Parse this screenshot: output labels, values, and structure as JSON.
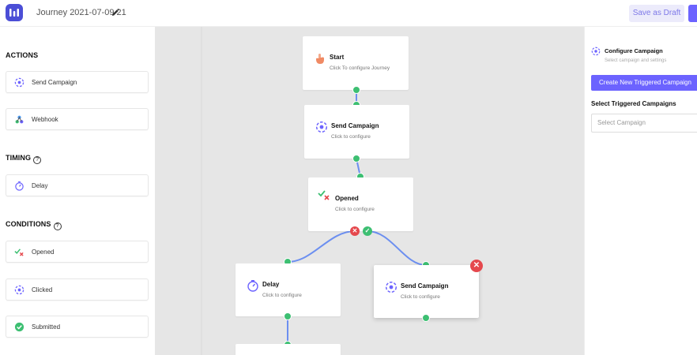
{
  "header": {
    "journey_title": "Journey 2021-07-09 21",
    "save_draft_label": "Save as Draft"
  },
  "sidebar": {
    "actions_title": "ACTIONS",
    "timing_title": "TIMING",
    "conditions_title": "CONDITIONS",
    "help_glyph": "?",
    "actions": [
      {
        "label": "Send Campaign",
        "icon": "send-campaign-icon"
      },
      {
        "label": "Webhook",
        "icon": "webhook-icon"
      }
    ],
    "timing": [
      {
        "label": "Delay",
        "icon": "timer-icon"
      }
    ],
    "conditions": [
      {
        "label": "Opened",
        "icon": "opened-icon"
      },
      {
        "label": "Clicked",
        "icon": "clicked-icon"
      },
      {
        "label": "Submitted",
        "icon": "submitted-icon"
      }
    ]
  },
  "canvas": {
    "nodes": [
      {
        "id": "start",
        "title": "Start",
        "subtitle": "Click To configure Journey",
        "icon": "hand-pointer-icon"
      },
      {
        "id": "send1",
        "title": "Send Campaign",
        "subtitle": "Click to configure",
        "icon": "send-campaign-icon"
      },
      {
        "id": "opened",
        "title": "Opened",
        "subtitle": "Click to configure",
        "icon": "opened-icon"
      },
      {
        "id": "delay",
        "title": "Delay",
        "subtitle": "Click to configure",
        "icon": "timer-icon"
      },
      {
        "id": "send2",
        "title": "Send Campaign",
        "subtitle": "Click to configure",
        "icon": "send-campaign-icon"
      }
    ],
    "no_branch_glyph": "✕",
    "yes_branch_glyph": "✓",
    "remove_glyph": "✕"
  },
  "config_panel": {
    "title": "Configure Campaign",
    "subtitle": "Select campaign and settings",
    "create_button_label": "Create New Triggered Campaign",
    "select_label": "Select Triggered Campaigns",
    "select_placeholder": "Select Campaign"
  },
  "colors": {
    "accent": "#6c63ff",
    "logo": "#4b4ed6",
    "connector_dot": "#3dbf72",
    "wire": "#6c8ff0",
    "danger": "#e5484d"
  }
}
